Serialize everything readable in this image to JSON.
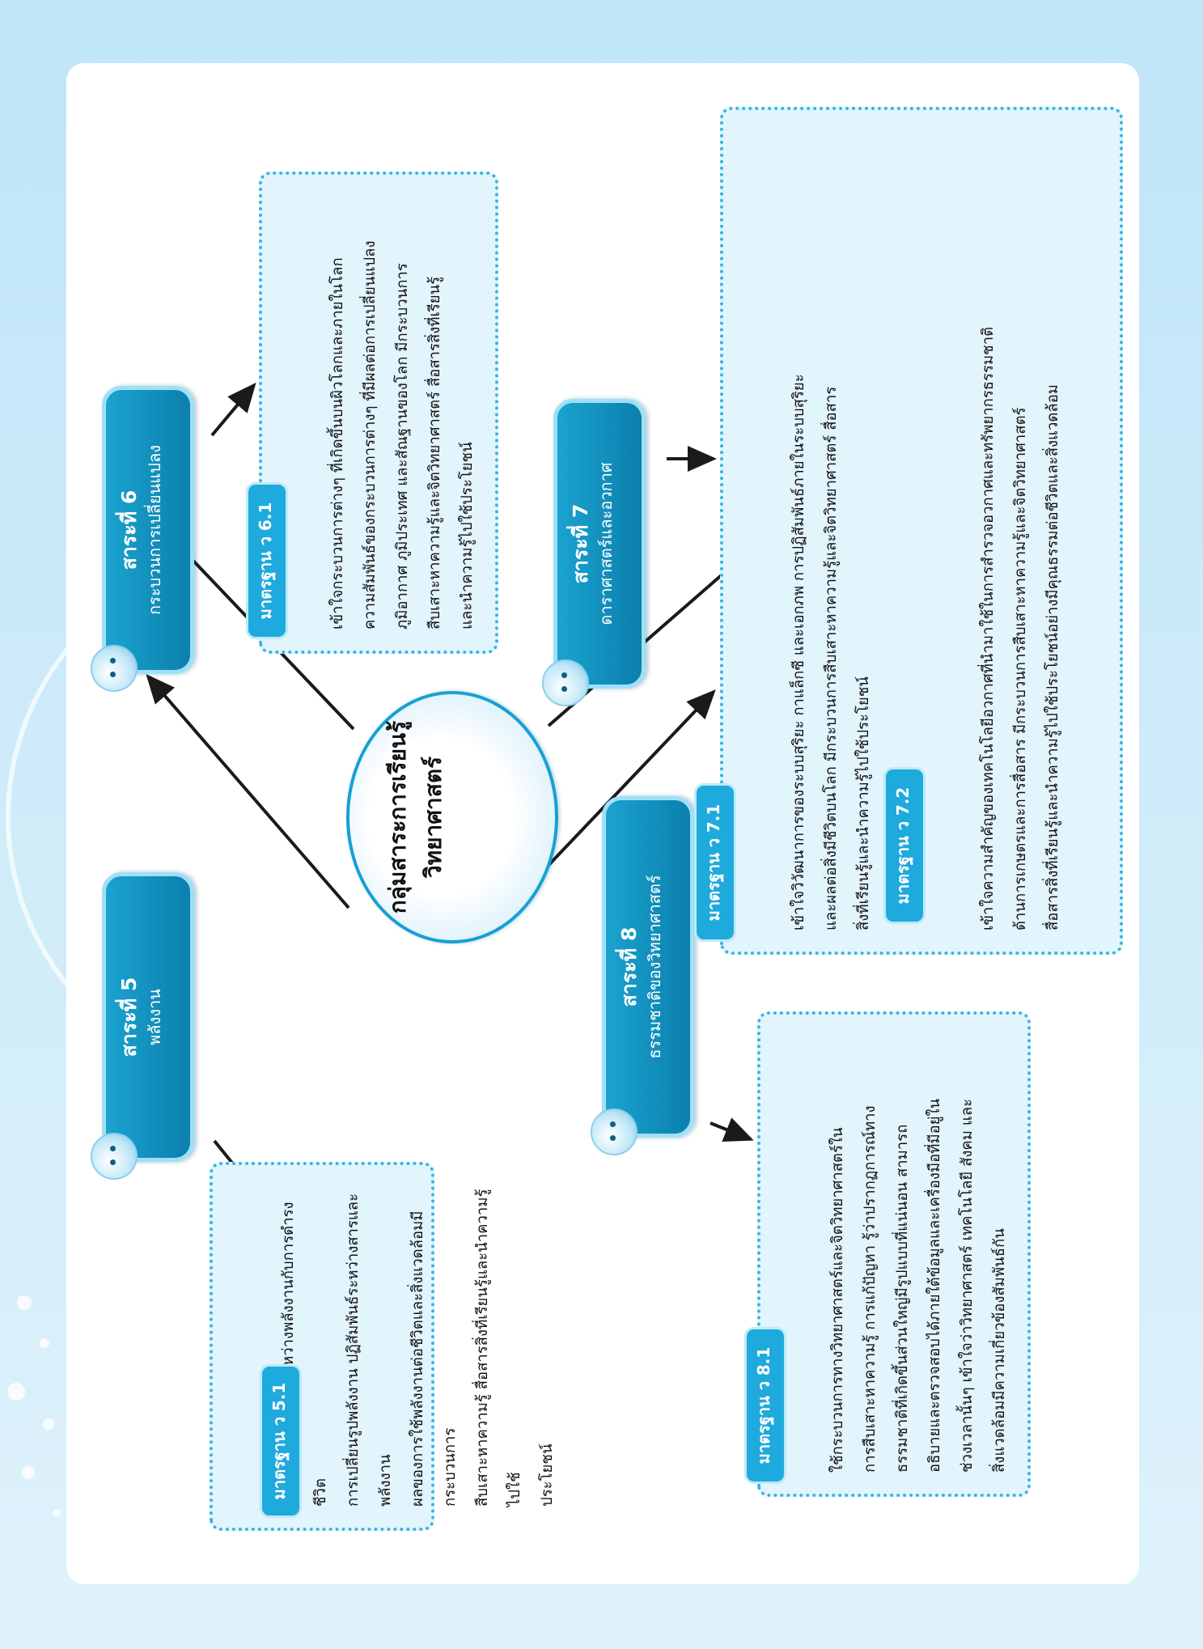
{
  "center": {
    "line1": "กลุ่มสาระการเรียนรู้",
    "line2": "วิทยาศาสตร์"
  },
  "topics": [
    {
      "number": "สาระที่ 5",
      "name": "พลังงาน"
    },
    {
      "number": "สาระที่ 6",
      "name": "กระบวนการเปลี่ยนแปลง"
    },
    {
      "number": "สาระที่ 7",
      "name": "ดาราศาสตร์และอวกาศ"
    },
    {
      "number": "สาระที่ 8",
      "name": "ธรรมชาติของวิทยาศาสตร์"
    }
  ],
  "standards": {
    "s51": {
      "label": "มาตรฐาน ว 5.1",
      "lines": [
        "เข้าใจความสัมพันธ์ระหว่างพลังงานกับการดำรงชีวิต",
        "การเปลี่ยนรูปพลังงาน ปฏิสัมพันธ์ระหว่างสารและพลังงาน",
        "ผลของการใช้พลังงานต่อชีวิตและสิ่งแวดล้อมมีกระบวนการ",
        "สืบเสาะหาความรู้ สื่อสารสิ่งที่เรียนรู้และนำความรู้ไปใช้",
        "ประโยชน์"
      ]
    },
    "s61": {
      "label": "มาตรฐาน ว 6.1",
      "lines": [
        "เข้าใจกระบวนการต่างๆ ที่เกิดขึ้นบนผิวโลกและภายในโลก",
        "ความสัมพันธ์ของกระบวนการต่างๆ ที่มีผลต่อการเปลี่ยนแปลง",
        "ภูมิอากาศ ภูมิประเทศ และสัณฐานของโลก มีกระบวนการ",
        "สืบเสาะหาความรู้และจิตวิทยาศาสตร์ สื่อสารสิ่งที่เรียนรู้",
        "และนำความรู้ไปใช้ประโยชน์"
      ]
    },
    "s71": {
      "label": "มาตรฐาน ว 7.1",
      "lines": [
        "เข้าใจวิวัฒนาการของระบบสุริยะ กาแล็กซี และเอกภพ การปฏิสัมพันธ์ภายในระบบสุริยะ",
        "และผลต่อสิ่งมีชีวิตบนโลก มีกระบวนการสืบเสาะหาความรู้และจิตวิทยาศาสตร์ สื่อสาร",
        "สิ่งที่เรียนรู้และนำความรู้ไปใช้ประโยชน์"
      ]
    },
    "s72": {
      "label": "มาตรฐาน ว 7.2",
      "lines": [
        "เข้าใจความสำคัญของเทคโนโลยีอวกาศที่นำมาใช้ในการสำรวจอวกาศและทรัพยากรธรรมชาติ",
        "ด้านการเกษตรและการสื่อสาร มีกระบวนการสืบเสาะหาความรู้และจิตวิทยาศาสตร์",
        "สื่อสารสิ่งที่เรียนรู้และนำความรู้ไปใช้ประโยชน์อย่างมีคุณธรรมต่อชีวิตและสิ่งแวดล้อม"
      ]
    },
    "s81": {
      "label": "มาตรฐาน ว 8.1",
      "lines": [
        "ใช้กระบวนการทางวิทยาศาสตร์และจิตวิทยาศาสตร์ใน",
        "การสืบเสาะหาความรู้ การแก้ปัญหา รู้ว่าปรากฏการณ์ทาง",
        "ธรรมชาติที่เกิดขึ้นส่วนใหญ่มีรูปแบบที่แน่นอน สามารถ",
        "อธิบายและตรวจสอบได้ภายใต้ข้อมูลและเครื่องมือที่มีอยู่ใน",
        "ช่วงเวลานั้นๆ เข้าใจว่าวิทยาศาสตร์ เทคโนโลยี สังคม และ",
        "สิ่งแวดล้อมมีความเกี่ยวข้องสัมพันธ์กัน"
      ]
    }
  }
}
